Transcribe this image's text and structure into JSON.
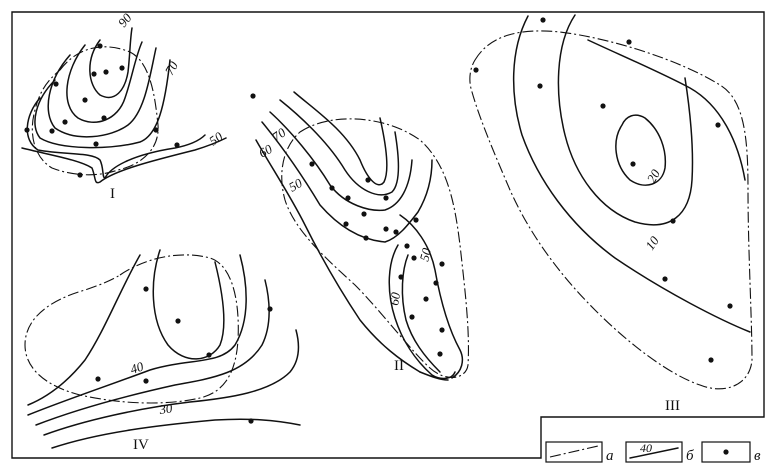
{
  "regions": [
    {
      "id": "I",
      "label": "I",
      "isolines": [
        "90",
        "70",
        "50"
      ]
    },
    {
      "id": "II",
      "label": "II",
      "isolines": [
        "70",
        "60",
        "50",
        "50",
        "60"
      ]
    },
    {
      "id": "III",
      "label": "III",
      "isolines": [
        "20",
        "10"
      ]
    },
    {
      "id": "IV",
      "label": "IV",
      "isolines": [
        "40",
        "30"
      ]
    }
  ],
  "legend": {
    "items": [
      {
        "key": "a",
        "label": "а",
        "symbol": "dash-dot-boundary"
      },
      {
        "key": "b",
        "label": "б",
        "symbol": "isoline",
        "sample_value": "40"
      },
      {
        "key": "c",
        "label": "в",
        "symbol": "sample-point"
      }
    ]
  },
  "colors": {
    "ink": "#111111",
    "background": "#ffffff"
  }
}
